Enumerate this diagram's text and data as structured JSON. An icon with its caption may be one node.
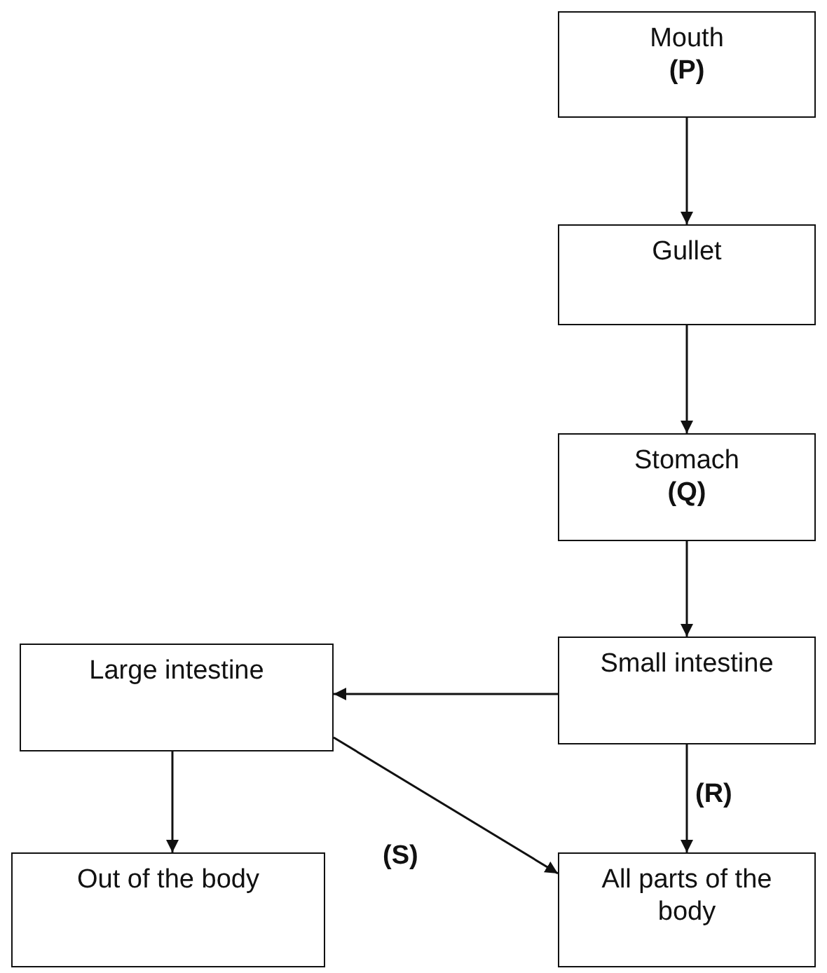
{
  "diagram": {
    "nodes": [
      {
        "text": [
          "Mouth",
          "(P)"
        ]
      },
      {
        "text": [
          "Gullet"
        ]
      },
      {
        "text": [
          "Stomach",
          "(Q)"
        ]
      },
      {
        "text": [
          "Small intestine"
        ]
      },
      {
        "text": [
          "Large intestine"
        ]
      },
      {
        "text": [
          "Out of the body"
        ]
      },
      {
        "text": [
          "All parts of the body"
        ]
      }
    ],
    "edges": [
      {
        "from": 0,
        "to": 1,
        "arrow": "to"
      },
      {
        "from": 1,
        "to": 2,
        "arrow": "to"
      },
      {
        "from": 2,
        "to": 3,
        "arrow": "to"
      },
      {
        "from": 3,
        "to": 4,
        "arrow": "to"
      },
      {
        "from": 4,
        "to": 5,
        "arrow": "to"
      },
      {
        "from": 3,
        "to": 6,
        "arrow": "to",
        "label": "(R)"
      },
      {
        "from": 4,
        "to": 6,
        "arrow": "to",
        "label": "(S)"
      }
    ]
  }
}
